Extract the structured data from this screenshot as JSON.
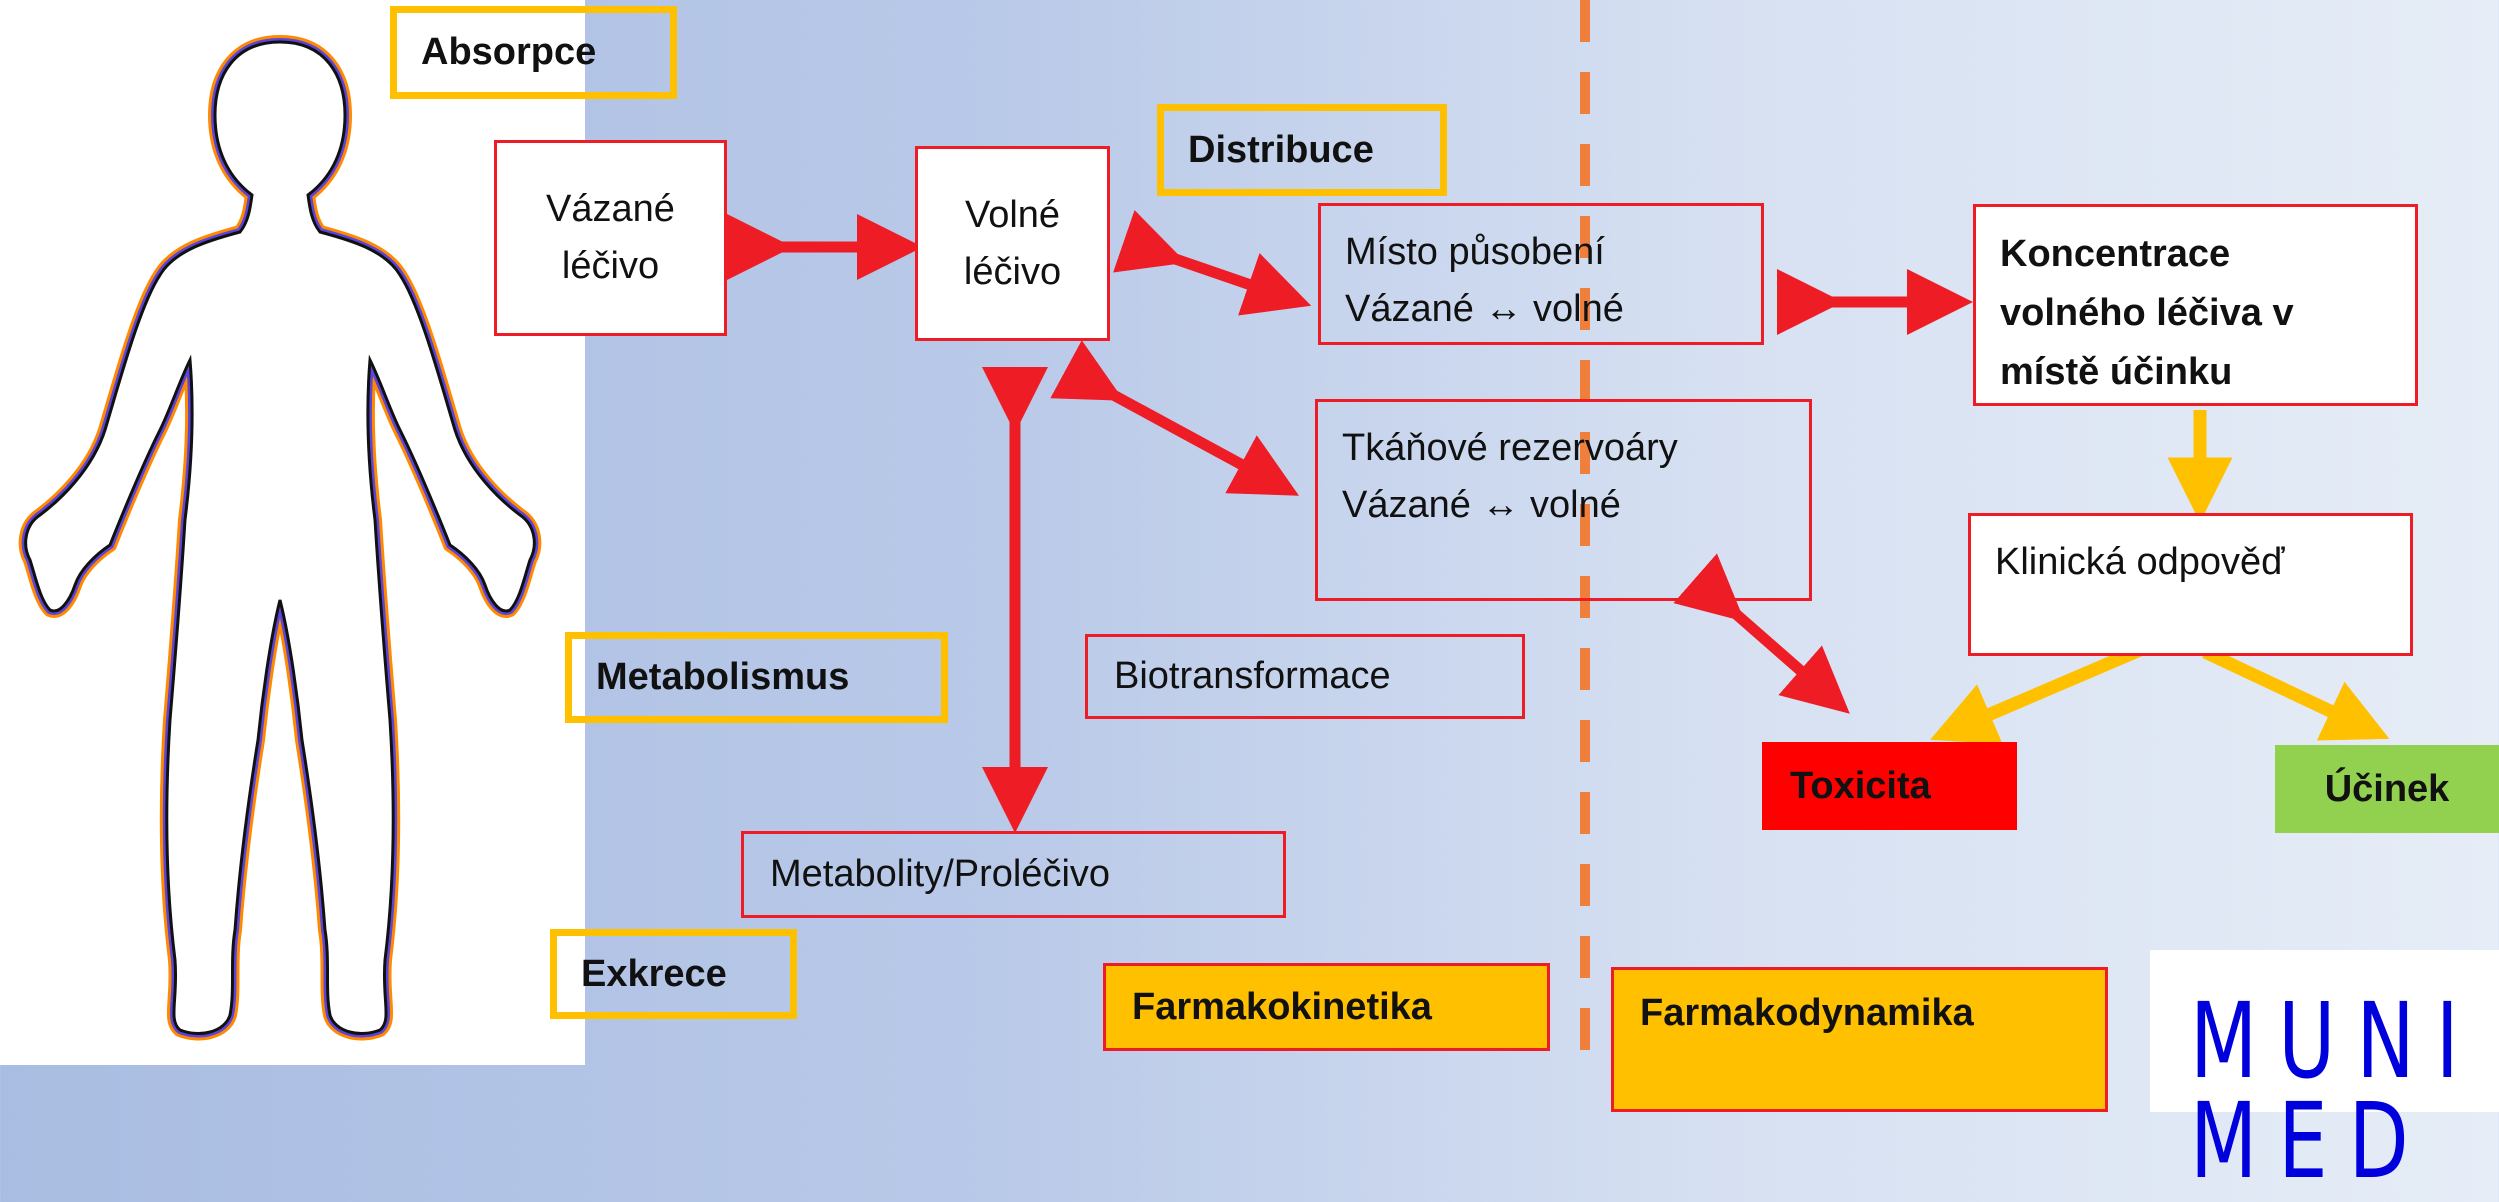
{
  "tags": {
    "absorpce": "Absorpce",
    "distribuce": "Distribuce",
    "metabolismus": "Metabolismus",
    "exkrece": "Exkrece"
  },
  "boxes": {
    "vazane_lecivo": [
      "Vázané",
      "léčivo"
    ],
    "volne_lecivo": [
      "Volné",
      "léčivo"
    ],
    "misto_pusobeni": [
      "Místo působení",
      "Vázané ↔ volné"
    ],
    "tkanove": [
      "Tkáňové rezervoáry",
      "Vázané ↔ volné"
    ],
    "koncentrace": [
      "Koncentrace",
      "volného léčiva v",
      "místě účinku"
    ],
    "klinicka": "Klinická odpověď",
    "biotransformace": "Biotransformace",
    "metabolity": "Metabolity/Proléčivo"
  },
  "outcomes": {
    "toxicita": "Toxicita",
    "ucinek": "Účinek"
  },
  "sections": {
    "farmakokinetika": "Farmakokinetika",
    "farmakodynamika": "Farmakodynamika"
  },
  "logo": {
    "line1": "MUNI",
    "line2": "MED"
  },
  "colors": {
    "red": "#ee1c24",
    "orange": "#ffc000",
    "dashed": "#f07f3c",
    "green": "#92d050",
    "logo_blue": "#0000dc"
  }
}
